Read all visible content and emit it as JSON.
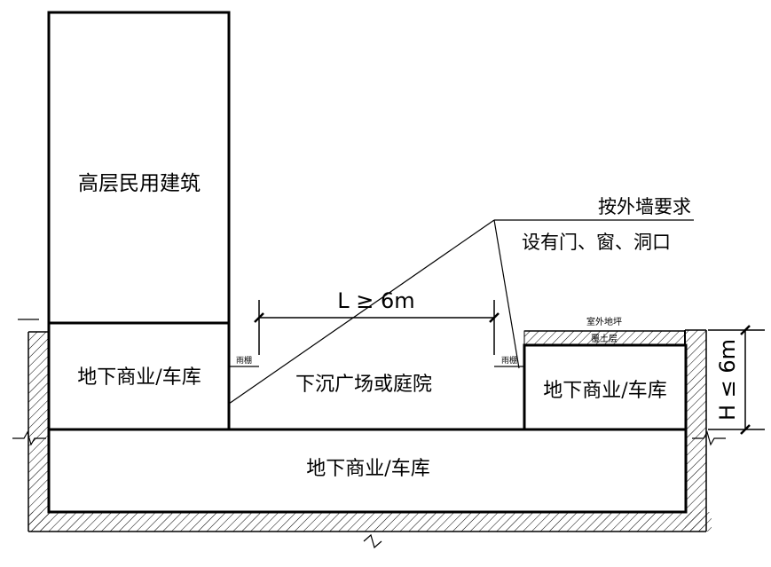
{
  "labels": {
    "high_rise": "高层民用建筑",
    "basement_left": "地下商业/车库",
    "basement_bottom": "地下商业/车库",
    "basement_right": "地下商业/车库",
    "sunken_plaza": "下沉广场或庭院",
    "canopy_left": "雨棚",
    "canopy_right": "雨棚",
    "outdoor_ground": "室外地坪",
    "cover_soil": "覆土层",
    "wall_requirement": "按外墙要求",
    "openings": "设有门、窗、洞口",
    "distance_rule": "L ≥ 6m",
    "depth_rule": "H ≤ 6m"
  },
  "colors": {
    "line": "#000000",
    "background": "#ffffff"
  }
}
